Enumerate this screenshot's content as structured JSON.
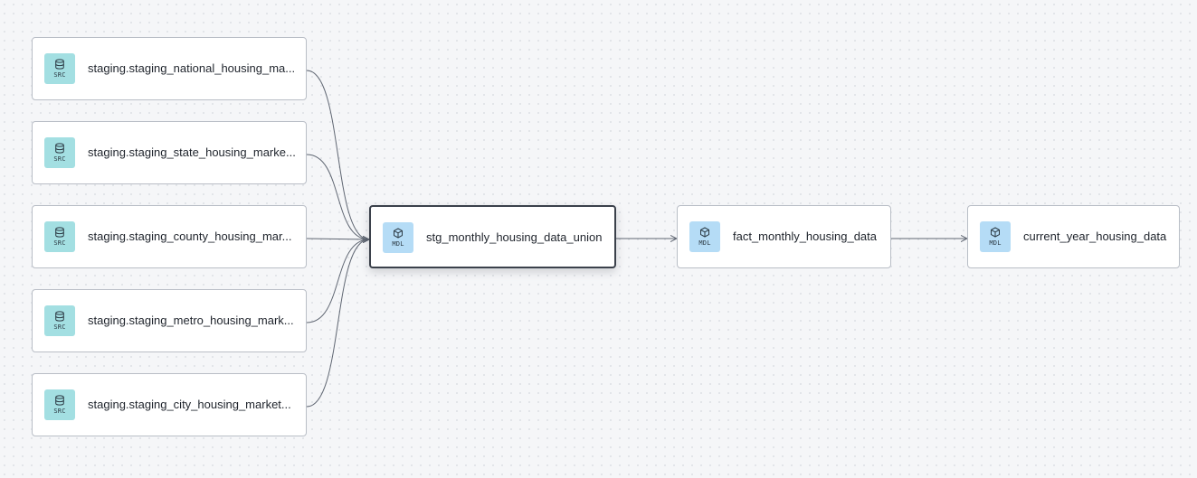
{
  "colors": {
    "canvas_background": "#f5f6f8",
    "source_badge": "#a3dfe2",
    "model_badge": "#b5dcf6",
    "edge": "#5f6672",
    "selected_border": "#3b414b"
  },
  "sources": [
    {
      "label": "staging.staging_national_housing_ma...",
      "kind": "SRC",
      "icon": "database-icon"
    },
    {
      "label": "staging.staging_state_housing_marke...",
      "kind": "SRC",
      "icon": "database-icon"
    },
    {
      "label": "staging.staging_county_housing_mar...",
      "kind": "SRC",
      "icon": "database-icon"
    },
    {
      "label": "staging.staging_metro_housing_mark...",
      "kind": "SRC",
      "icon": "database-icon"
    },
    {
      "label": "staging.staging_city_housing_market...",
      "kind": "SRC",
      "icon": "database-icon"
    }
  ],
  "models": [
    {
      "label": "stg_monthly_housing_data_union",
      "kind": "MDL",
      "icon": "cube-icon",
      "selected": true
    },
    {
      "label": "fact_monthly_housing_data",
      "kind": "MDL",
      "icon": "cube-icon",
      "selected": false
    },
    {
      "label": "current_year_housing_data",
      "kind": "MDL",
      "icon": "cube-icon",
      "selected": false
    }
  ]
}
